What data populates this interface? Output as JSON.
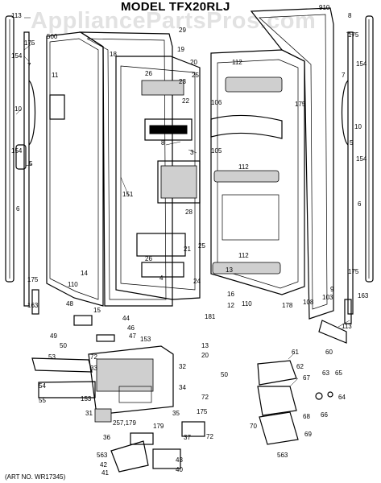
{
  "title": "MODEL TFX20RLJ",
  "watermark": "AppliancePartsPros.com",
  "footer_code": "(ART NO. WR17345)",
  "part_labels": [
    "113",
    "175",
    "154",
    "7",
    "10",
    "5",
    "6",
    "9",
    "11",
    "14",
    "110",
    "163",
    "500",
    "18",
    "19",
    "29",
    "23",
    "26",
    "22",
    "8",
    "3",
    "151",
    "28",
    "21",
    "25",
    "20",
    "48",
    "44",
    "46",
    "47",
    "49",
    "50",
    "72",
    "153",
    "15",
    "53",
    "54",
    "55",
    "31",
    "33",
    "32",
    "34",
    "35",
    "36",
    "37",
    "179",
    "257,179",
    "563",
    "42",
    "43",
    "41",
    "910",
    "112",
    "106",
    "105",
    "103",
    "178",
    "181",
    "12",
    "13",
    "61",
    "60",
    "62",
    "63",
    "64",
    "65",
    "66",
    "67",
    "68",
    "69",
    "70",
    "24",
    "40",
    "16",
    "108",
    "4"
  ]
}
